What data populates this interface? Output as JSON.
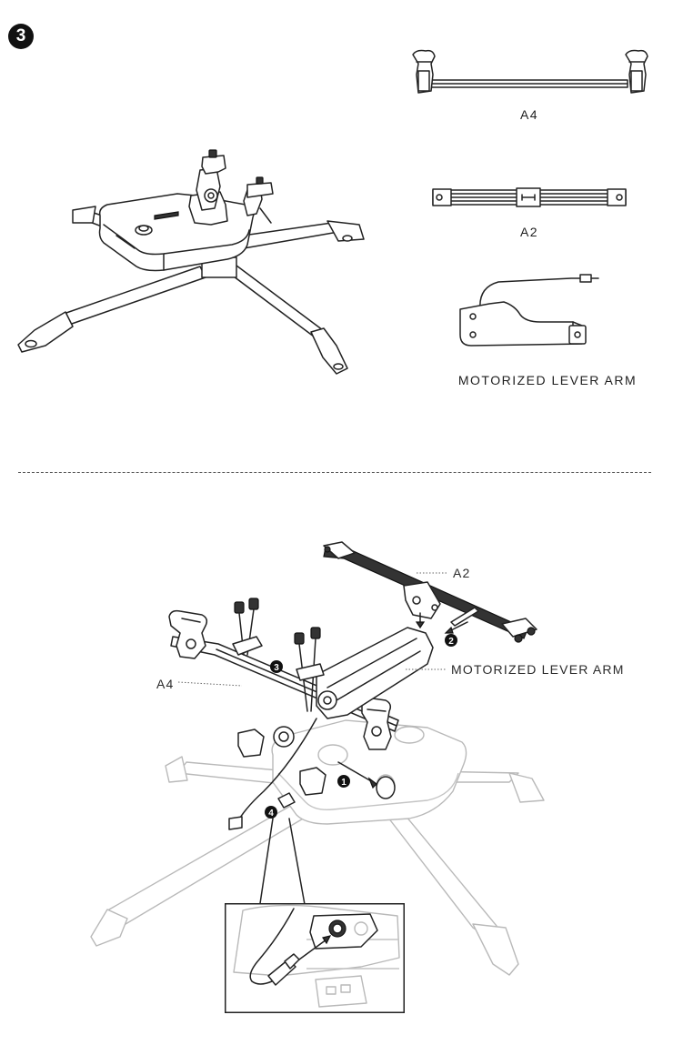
{
  "step": {
    "number": "3"
  },
  "parts": [
    {
      "label": "A4"
    },
    {
      "label": "A2"
    },
    {
      "label": "MOTORIZED LEVER ARM"
    }
  ],
  "assembly_callouts": {
    "a2": "A2",
    "lever": "MOTORIZED LEVER ARM",
    "a4": "A4"
  },
  "sub_steps": [
    "1",
    "2",
    "3",
    "4"
  ],
  "colors": {
    "line": "#222222",
    "ghost": "#b9b9b9",
    "badge": "#111111"
  }
}
